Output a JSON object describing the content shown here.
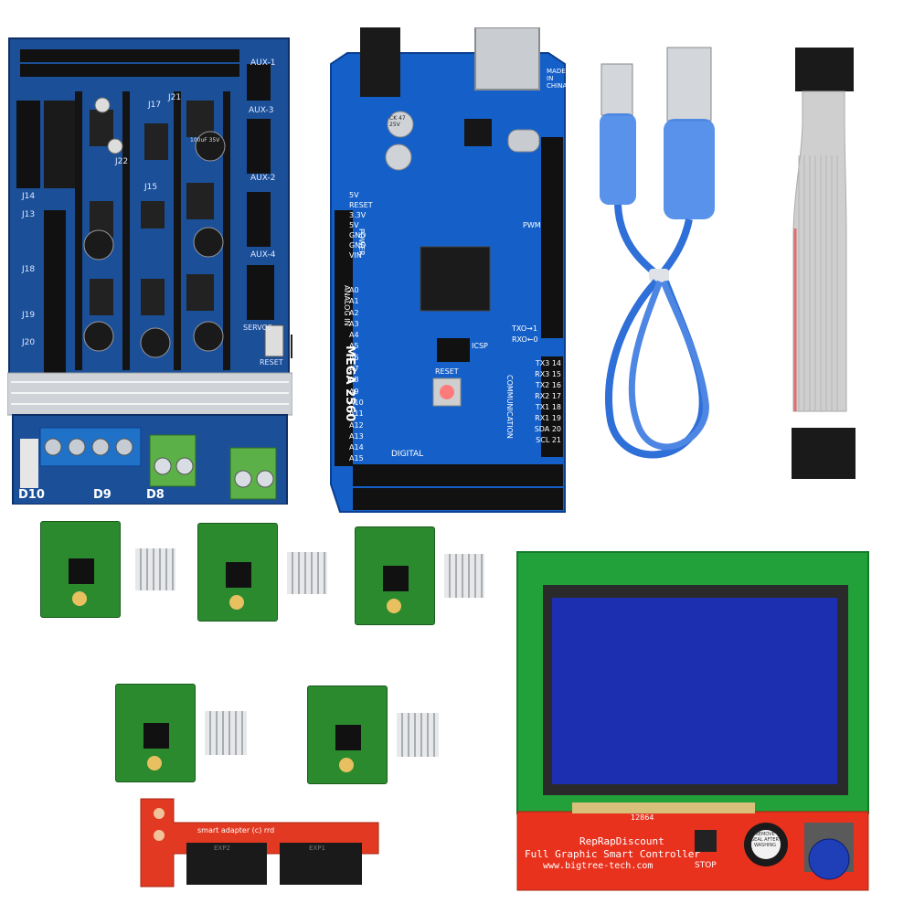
{
  "ramps": {
    "aux_labels": [
      "AUX-1",
      "AUX-2",
      "AUX-3",
      "AUX-4"
    ],
    "servos_label": "SERVOS",
    "reset_label": "RESET",
    "jumper_labels": [
      "J17",
      "J21",
      "J15",
      "J22",
      "J13",
      "J14",
      "J18",
      "J19",
      "J20"
    ],
    "mosfet_labels": [
      "D10",
      "D9",
      "D8"
    ],
    "cap_text": "100uF 35V"
  },
  "mega": {
    "made_in": "MADE IN CHINA",
    "model": "MEGA 2560",
    "icsp": "ICSP",
    "reset": "RESET",
    "digital": "DIGITAL",
    "pwm": "PWM",
    "analog_in": "ANALOG IN",
    "power": "POWER",
    "communication": "COMMUNICATION",
    "power_pins": [
      "5V",
      "RESET",
      "3.3V",
      "5V",
      "GND",
      "GND",
      "VIN"
    ],
    "analog_pins": [
      "A0",
      "A1",
      "A2",
      "A3",
      "A4",
      "A5",
      "A6",
      "A7",
      "A8",
      "A9",
      "A10",
      "A11",
      "A12",
      "A13",
      "A14",
      "A15"
    ],
    "comm_pins": [
      "TX3 14",
      "RX3 15",
      "TX2 16",
      "RX2 17",
      "TX1 18",
      "RX1 19",
      "SDA 20",
      "SCL 21"
    ],
    "tx_rx": [
      "TXO→1",
      "RXO←0"
    ],
    "cap_label": "CK 47 25V"
  },
  "lcd": {
    "product": "RepRapDiscount",
    "subtitle": "Full Graphic Smart Controller",
    "url": "www.bigtree-tech.com",
    "stop_label": "STOP",
    "model_code": "12864",
    "buzzer_text": "REMOVE SEAL AFTER WASHING"
  },
  "adapter": {
    "label": "smart adapter (c) rrd",
    "connector_labels": [
      "EXP2",
      "EXP1"
    ]
  },
  "colors": {
    "ramps_blue": "#1b4f98",
    "mega_blue": "#1560c8",
    "driver_green": "#2b8a2e",
    "lcd_green": "#22a03a",
    "lcd_screen": "#1c2fb0",
    "adapter_red": "#e23a22",
    "cable_blue": "#2f6fd8",
    "ribbon_grey": "#c8c8c8"
  }
}
